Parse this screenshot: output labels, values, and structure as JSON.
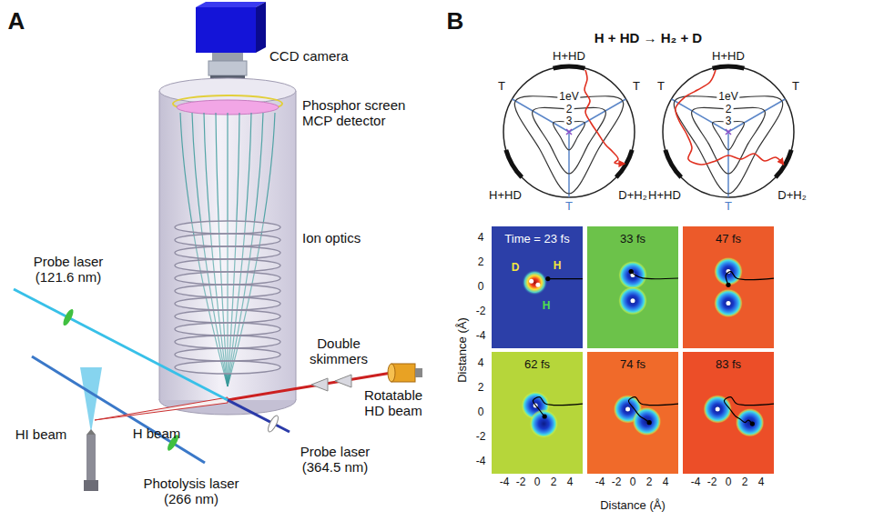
{
  "diagram": {
    "nodes": [
      {
        "text": [
          "Time = 23 fs",
          "D",
          "H",
          "H"
        ]
      },
      {
        "text": [
          "33 fs"
        ]
      },
      {
        "text": [
          "47 fs"
        ]
      },
      {
        "text": [
          "62 fs"
        ]
      },
      {
        "text": [
          "74 fs"
        ]
      },
      {
        "text": [
          "83 fs"
        ]
      }
    ],
    "labels": [
      "A",
      "CCD camera",
      "Phosphor screen MCP detector",
      "Ion optics",
      "Probe laser (121.6 nm)",
      "Double skimmers",
      "Rotatable HD beam",
      "HI beam",
      "H beam",
      "Photolysis laser (266 nm)",
      "Probe laser (364.5 nm)",
      "B",
      "H + HD → H₂ + D",
      "H+HD",
      "T",
      "T",
      "1eV",
      "2",
      "3",
      "H+HD",
      "T",
      "D+H₂",
      "H+HD",
      "T",
      "T",
      "1eV",
      "2",
      "3",
      "H+HD",
      "T",
      "D+H₂",
      "4",
      "2",
      "0",
      "-2",
      "-4",
      "4",
      "2",
      "0",
      "-2",
      "-4",
      "-4",
      "-2",
      "0",
      "2",
      "4",
      "-4",
      "-2",
      "0",
      "2",
      "4",
      "-4",
      "-2",
      "0",
      "2",
      "4",
      "Distance (Å)",
      "Distance (Å)"
    ]
  }
}
